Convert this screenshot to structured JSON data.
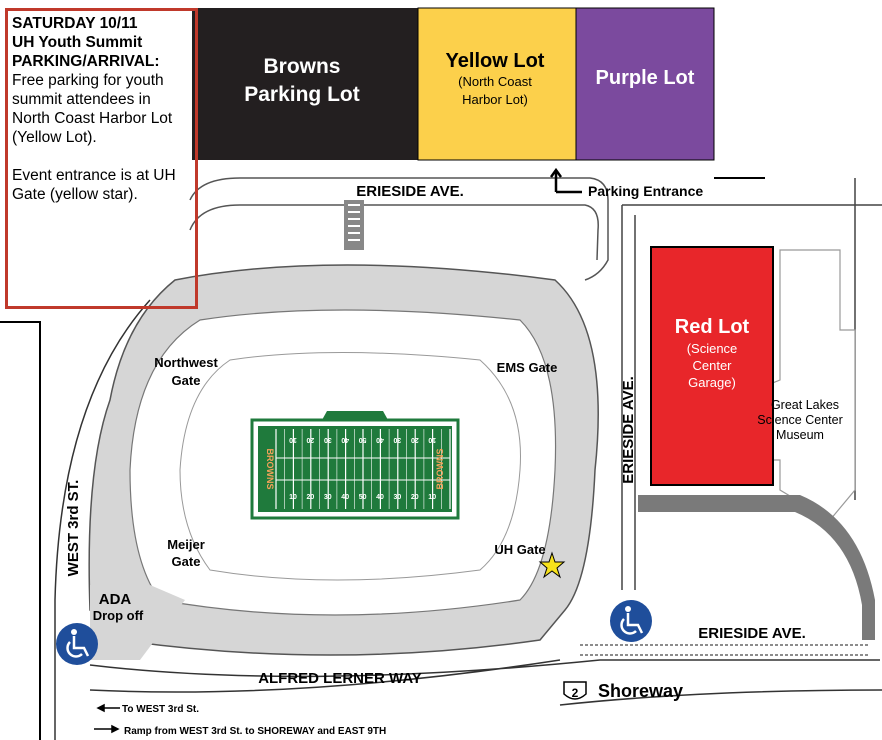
{
  "info_box": {
    "heading_lines": [
      "SATURDAY 10/11",
      "UH Youth Summit",
      "PARKING/ARRIVAL:"
    ],
    "paragraph1": "Free parking for youth summit attendees in North Coast Harbor Lot (Yellow Lot).",
    "paragraph2": "Event entrance is at UH Gate (yellow star)."
  },
  "lots": {
    "browns": {
      "line1": "Browns",
      "line2": "Parking Lot",
      "color": "#231f20"
    },
    "yellow": {
      "title": "Yellow Lot",
      "sub1": "(North Coast",
      "sub2": "Harbor Lot)",
      "color": "#fcd04b"
    },
    "purple": {
      "title": "Purple Lot",
      "color": "#7b4a9e"
    },
    "red": {
      "title": "Red Lot",
      "sub1": "(Science",
      "sub2": "Center",
      "sub3": "Garage)",
      "color": "#e8262a"
    }
  },
  "streets": {
    "erieside_top": "ERIESIDE AVE.",
    "erieside_vertical": "ERIESIDE AVE.",
    "erieside_bottom": "ERIESIDE AVE.",
    "west_3rd": "WEST 3rd ST.",
    "alfred_lerner": "ALFRED LERNER WAY",
    "shoreway": "Shoreway",
    "route_number": "2"
  },
  "parking_entrance": "Parking Entrance",
  "gates": {
    "northwest": [
      "Northwest",
      "Gate"
    ],
    "ems": "EMS Gate",
    "meijer": [
      "Meijer",
      "Gate"
    ],
    "uh": "UH Gate"
  },
  "ada": {
    "line1": "ADA",
    "line2": "Drop off"
  },
  "museum": [
    "Great Lakes",
    "Science Center",
    "Museum"
  ],
  "field": {
    "endzone": "BROWNS",
    "yard_numbers": [
      "10",
      "20",
      "30",
      "40",
      "50",
      "40",
      "30",
      "20",
      "10"
    ]
  },
  "directions": {
    "to_west3rd": "To WEST 3rd St.",
    "ramp": "Ramp from WEST 3rd St. to SHOREWAY and  EAST 9TH"
  },
  "colors": {
    "stadium": "#d6d6d6",
    "field": "#1f7a3c",
    "ada_blue": "#1f4e9b",
    "star": "#f7e21b",
    "road_dark": "#7a7a7a"
  }
}
